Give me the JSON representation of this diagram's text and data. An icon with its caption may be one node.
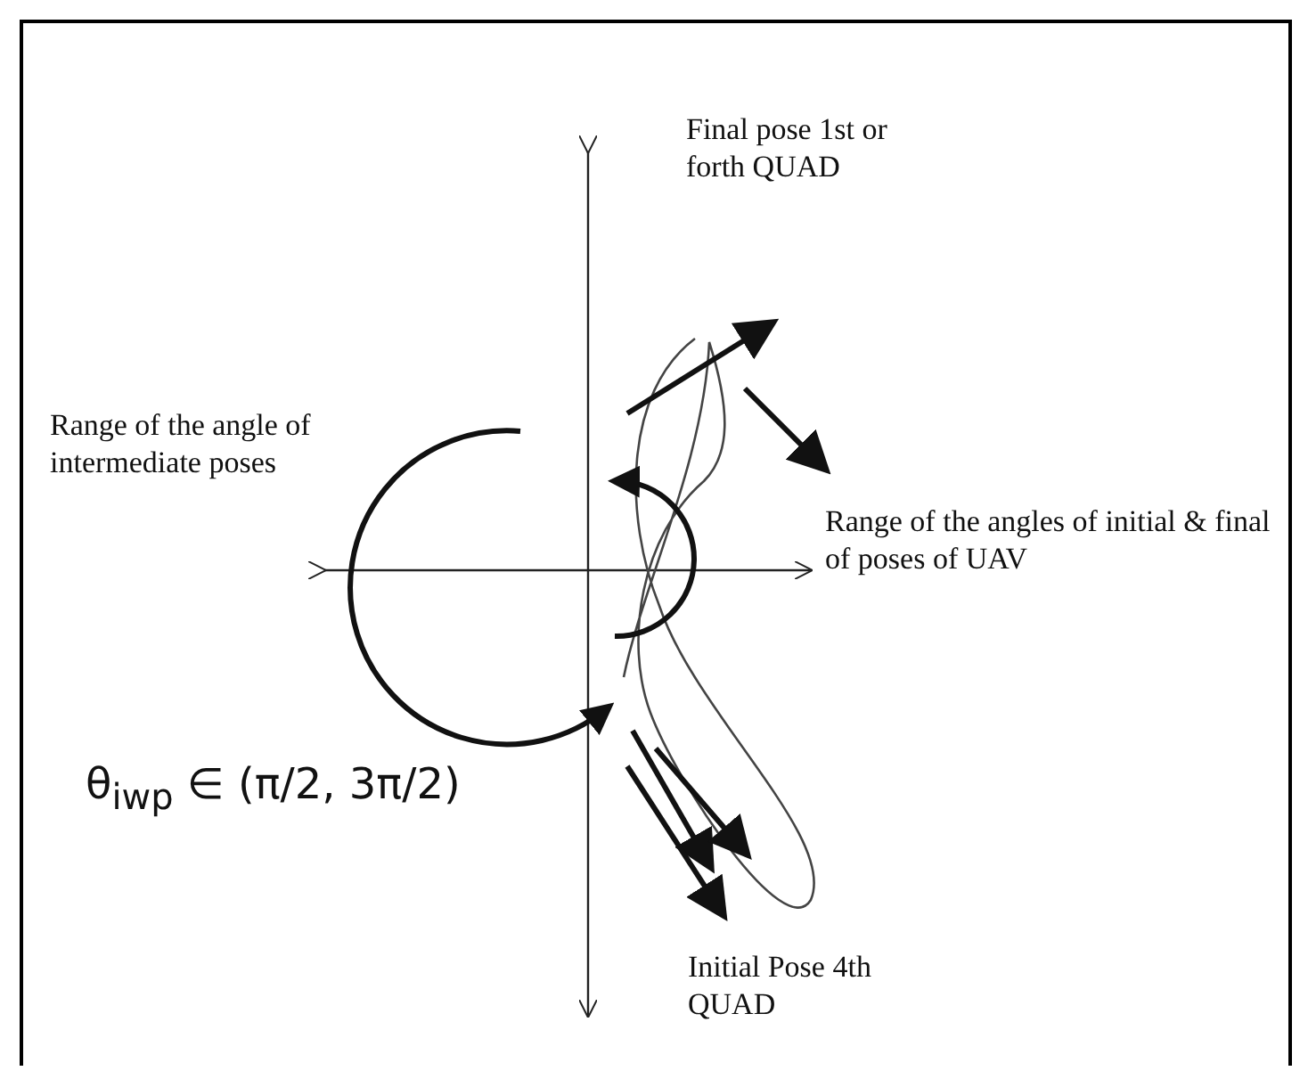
{
  "diagram": {
    "labels": [
      "Final pose 1st or forth QUAD",
      "Range of the angle of intermediate poses",
      "Range of the angles of initial & final of poses of UAV",
      "θ$_{iwp}$ ∈ (π/2, 3π/2)",
      "Initial Pose 4th QUAD"
    ]
  }
}
